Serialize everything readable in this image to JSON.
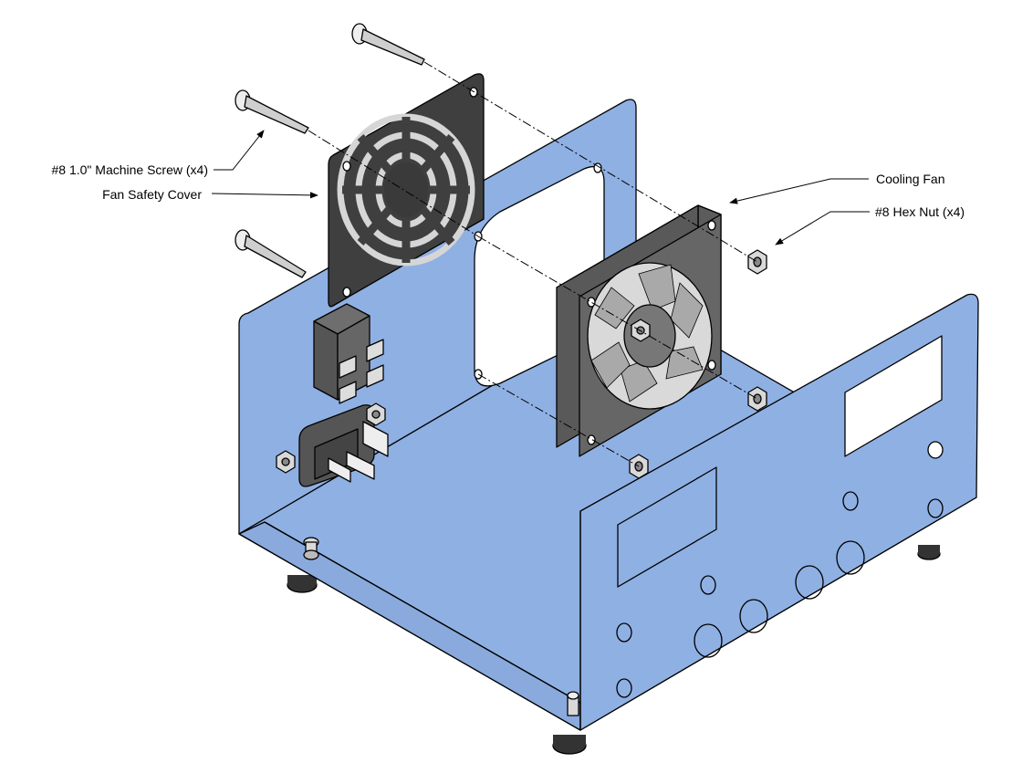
{
  "labels": {
    "machine_screw": "#8 1.0\" Machine Screw (x4)",
    "fan_cover": "Fan Safety Cover",
    "cooling_fan": "Cooling Fan",
    "hex_nut": "#8 Hex Nut (x4)"
  },
  "colors": {
    "chassis": "#8fb0e3",
    "chassis_dark": "#6f92c9",
    "fan_body": "#595959",
    "fan_face": "#7a7a7a",
    "cover": "#3f3f3f",
    "hardware": "#d9d9d9",
    "foot": "#333333"
  }
}
